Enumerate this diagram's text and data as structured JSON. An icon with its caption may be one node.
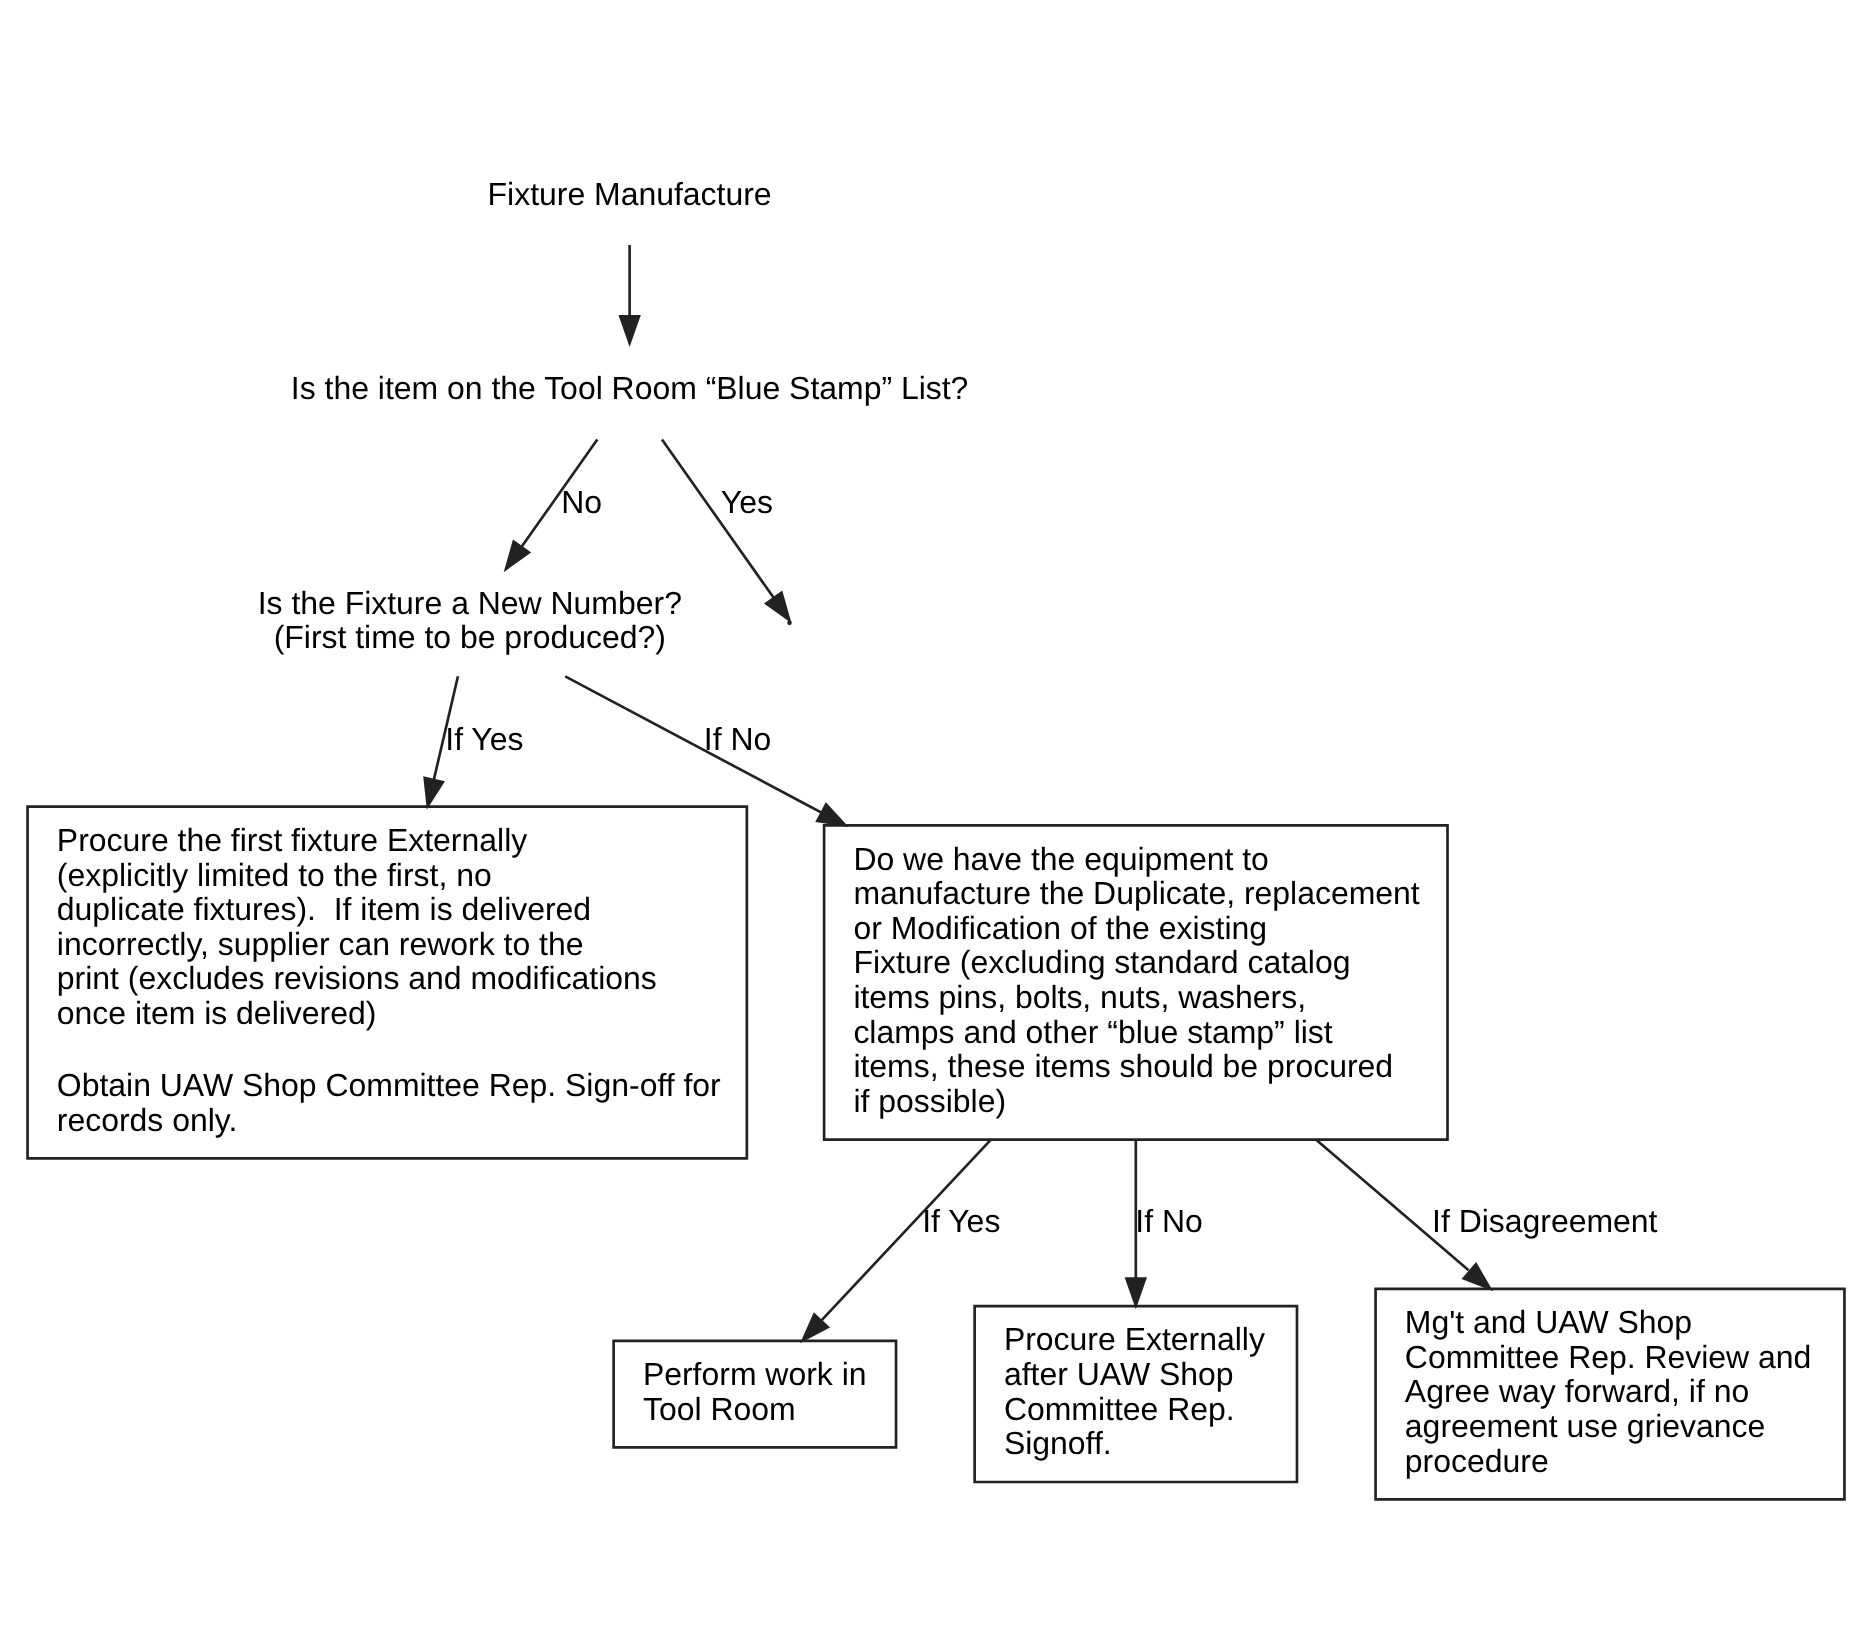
{
  "diagram": {
    "nodes": [
      {
        "text": [
          "Fixture Manufacture"
        ]
      },
      {
        "text": [
          "Is the item on the Tool Room “Blue Stamp” List?"
        ]
      },
      {
        "text": [
          "Is the Fixture a New Number? (First time to be produced?)"
        ]
      },
      {
        "text": [
          "Procure the first fixture Externally (explicitly limited to the first, no duplicate fixtures).  If item is delivered incorrectly, supplier can rework to the print (excludes revisions and modifications once item is delivered)",
          "Obtain UAW Shop Committee Rep. Sign-off for records only."
        ]
      },
      {
        "text": [
          "Do we have the equipment to manufacture the Duplicate, replacement or Modification of the existing Fixture (excluding standard catalog items pins, bolts, nuts, washers, clamps and other “blue stamp” list items, these items should be procured if possible)"
        ]
      },
      {
        "text": [
          "Perform work in Tool Room"
        ]
      },
      {
        "text": [
          "Procure Externally after UAW Shop Committee Rep. Signoff."
        ]
      },
      {
        "text": [
          "Mg't and UAW Shop Committee Rep. Review and Agree way forward, if no agreement use grievance procedure"
        ]
      }
    ],
    "edges": [
      {
        "from": 0,
        "to": 1,
        "arrow": "to"
      },
      {
        "from": 1,
        "to": null,
        "arrow": "to",
        "label": "Yes"
      },
      {
        "from": 1,
        "to": 2,
        "arrow": "to",
        "label": "No"
      },
      {
        "from": 2,
        "to": 3,
        "arrow": "to",
        "label": "If Yes"
      },
      {
        "from": 2,
        "to": 4,
        "arrow": "to",
        "label": "If No"
      },
      {
        "from": 4,
        "to": 5,
        "arrow": "to",
        "label": "If Yes"
      },
      {
        "from": 4,
        "to": 6,
        "arrow": "to",
        "label": "If No"
      },
      {
        "from": 4,
        "to": 7,
        "arrow": "to",
        "label": "If Disagreement"
      }
    ]
  }
}
